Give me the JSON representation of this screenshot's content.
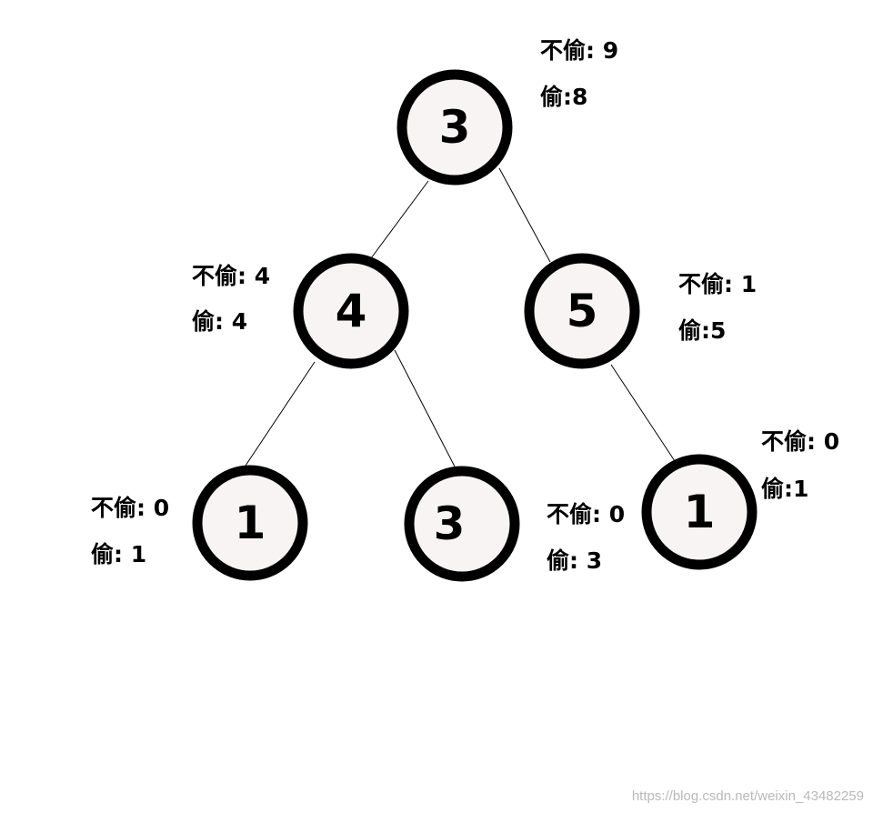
{
  "tree": {
    "nodes": [
      {
        "id": "root",
        "value": "3",
        "label_not_steal": "不偷: 9",
        "label_steal": "偷:8"
      },
      {
        "id": "left",
        "value": "4",
        "label_not_steal": "不偷: 4",
        "label_steal": "偷: 4"
      },
      {
        "id": "right",
        "value": "5",
        "label_not_steal": "不偷: 1",
        "label_steal": "偷:5"
      },
      {
        "id": "left-left",
        "value": "1",
        "label_not_steal": "不偷: 0",
        "label_steal": "偷: 1"
      },
      {
        "id": "left-right",
        "value": "3",
        "label_not_steal": "不偷: 0",
        "label_steal": "偷: 3"
      },
      {
        "id": "right-right",
        "value": "1",
        "label_not_steal": "不偷: 0",
        "label_steal": "偷:1"
      }
    ],
    "edges": [
      {
        "from": "root",
        "to": "left"
      },
      {
        "from": "root",
        "to": "right"
      },
      {
        "from": "left",
        "to": "left-left"
      },
      {
        "from": "left",
        "to": "left-right"
      },
      {
        "from": "right",
        "to": "right-right"
      }
    ]
  },
  "watermark": "https://blog.csdn.net/weixin_43482259",
  "colors": {
    "node_fill": "#f7f4f3",
    "node_stroke": "#000000",
    "text": "#000000",
    "watermark": "#b9b9b9"
  }
}
